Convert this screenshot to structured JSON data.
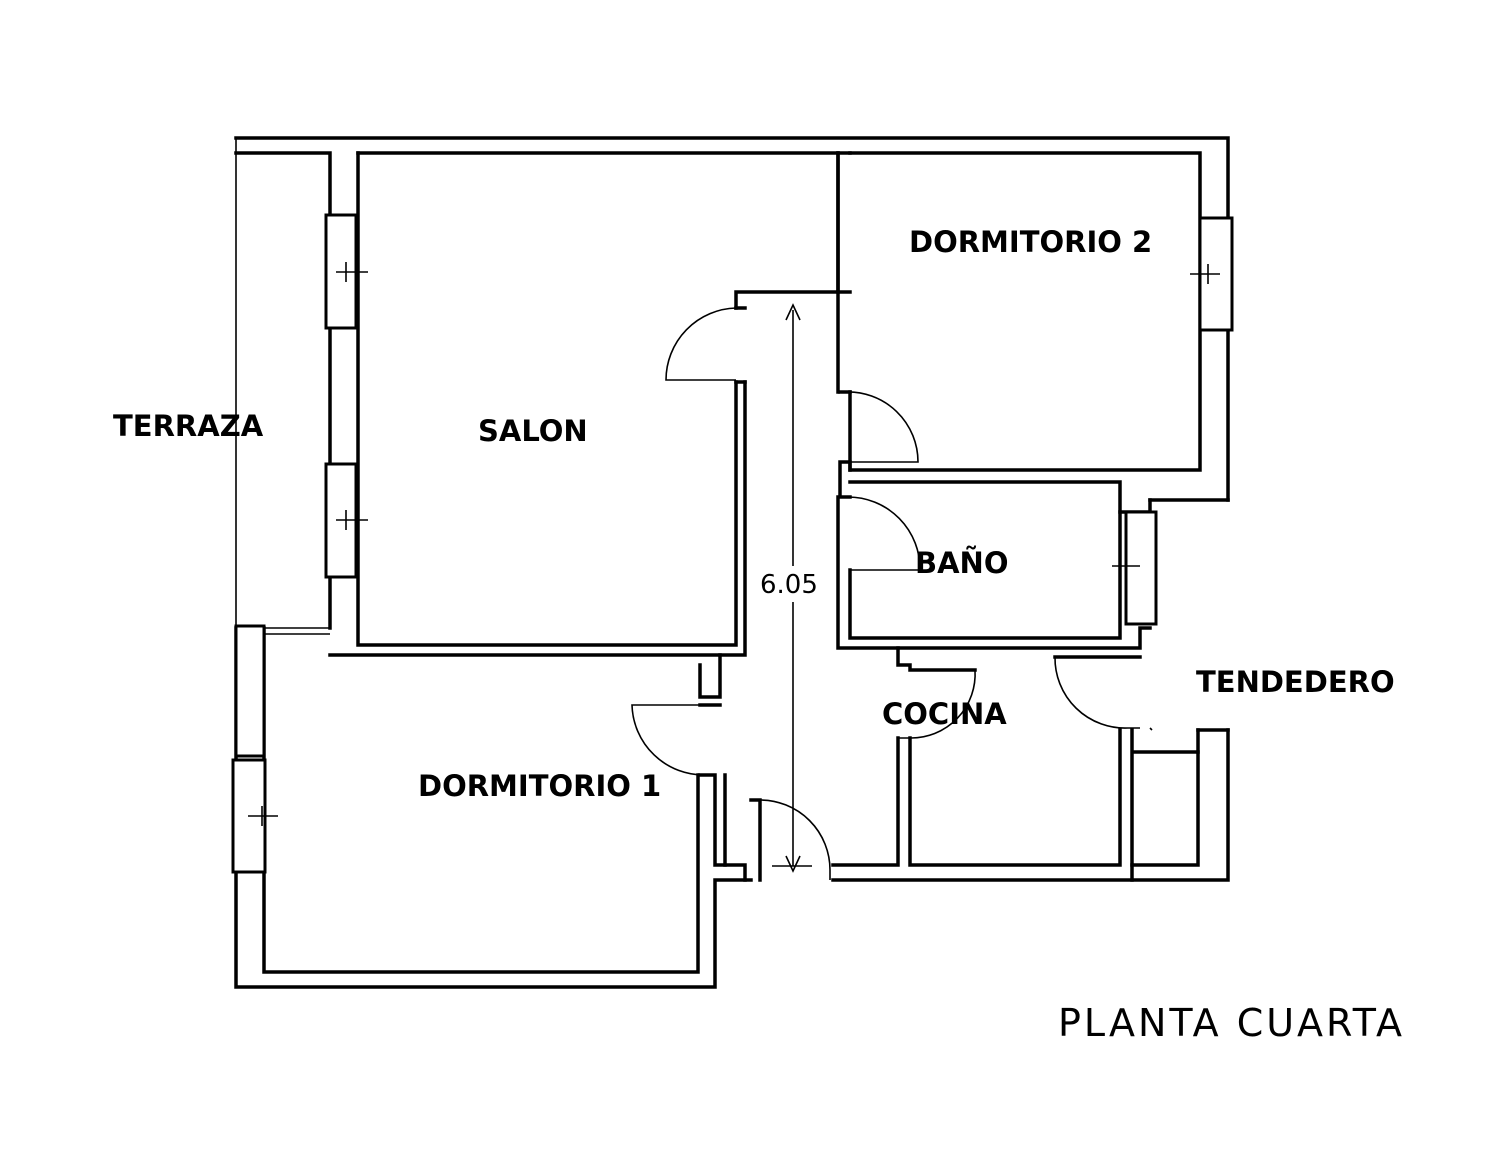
{
  "plan": {
    "title": "PLANTA CUARTA",
    "rooms": {
      "terraza": "TERRAZA",
      "salon": "SALON",
      "dormitorio_2": "DORMITORIO 2",
      "dormitorio_1": "DORMITORIO 1",
      "bano": "BAÑO",
      "cocina": "COCINA",
      "tendedero": "TENDEDERO"
    },
    "dimension": "6.05"
  }
}
